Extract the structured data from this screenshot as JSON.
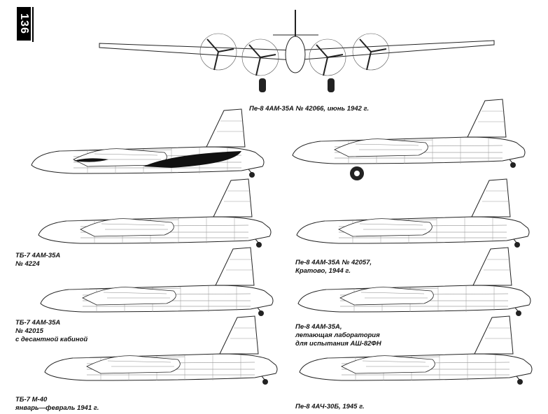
{
  "page": {
    "number": "136"
  },
  "captions": {
    "front": "Пе-8 4АМ-35А № 42066, июнь 1942 г.",
    "tb7_4224_l1": "ТБ-7 4АМ-35А",
    "tb7_4224_l2": "№ 4224",
    "pe8_42057_l1": "Пе-8 4АМ-35А № 42057,",
    "pe8_42057_l2": "Кратово, 1944 г.",
    "tb7_42015_l1": "ТБ-7 4АМ-35А",
    "tb7_42015_l2": "№ 42015",
    "tb7_42015_l3": "с десантной кабиной",
    "pe8_lab_l1": "Пе-8 4АМ-35А,",
    "pe8_lab_l2": "летающая лаборатория",
    "pe8_lab_l3": "для испытания АШ-82ФН",
    "tb7_m40_l1": "ТБ-7 М-40",
    "tb7_m40_l2": "январь—февраль 1941 г.",
    "pe8_4ach_l1": "Пе-8 4АЧ-30Б, 1945 г."
  },
  "colors": {
    "ink": "#111111",
    "paper": "#ffffff",
    "line": "#444444"
  }
}
